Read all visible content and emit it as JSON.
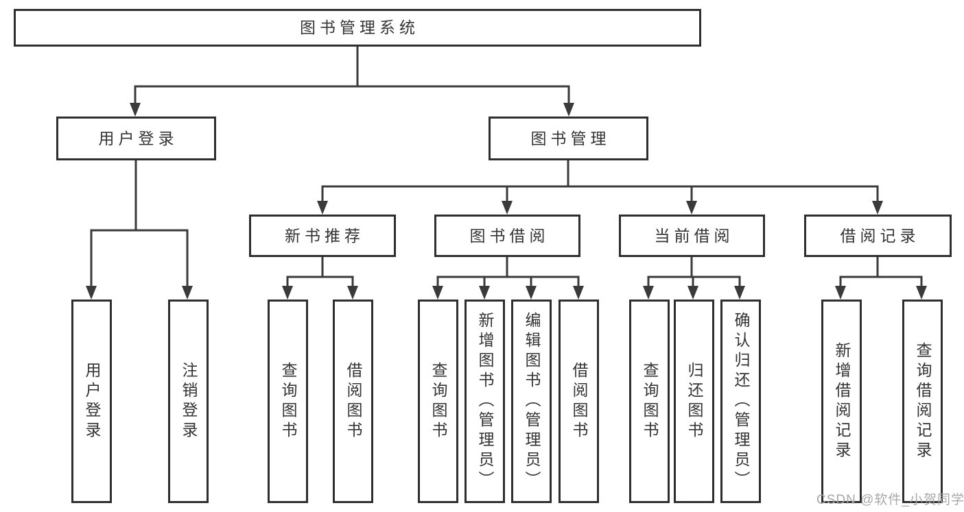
{
  "diagram": {
    "root": {
      "label": "图书管理系统"
    },
    "branches": [
      {
        "label": "用户登录",
        "children": [
          {
            "label": "用户登录"
          },
          {
            "label": "注销登录"
          }
        ]
      },
      {
        "label": "图书管理",
        "children": [
          {
            "label": "新书推荐",
            "children": [
              {
                "label": "查询图书"
              },
              {
                "label": "借阅图书"
              }
            ]
          },
          {
            "label": "图书借阅",
            "children": [
              {
                "label": "查询图书"
              },
              {
                "label": "新增图书（管理员）"
              },
              {
                "label": "编辑图书（管理员）"
              },
              {
                "label": "借阅图书"
              }
            ]
          },
          {
            "label": "当前借阅",
            "children": [
              {
                "label": "查询图书"
              },
              {
                "label": "归还图书"
              },
              {
                "label": "确认归还（管理员）"
              }
            ]
          },
          {
            "label": "借阅记录",
            "children": [
              {
                "label": "新增借阅记录"
              },
              {
                "label": "查询借阅记录"
              }
            ]
          }
        ]
      }
    ]
  },
  "watermark": {
    "text": "CSDN @软件_小贺同学"
  },
  "colors": {
    "line": "#3a3a3a",
    "border": "#2e2e2e",
    "text": "#333333",
    "watermark": "#a8a8a8"
  }
}
